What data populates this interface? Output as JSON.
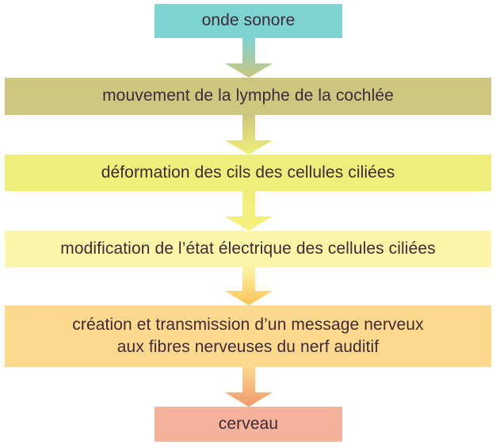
{
  "steps": [
    {
      "lines": [
        "onde sonore"
      ],
      "color": "#7dd3d1"
    },
    {
      "lines": [
        "mouvement de la lymphe de la cochlée"
      ],
      "color": "#cdc67e"
    },
    {
      "lines": [
        "déformation des cils des cellules ciliées"
      ],
      "color": "#efee7a"
    },
    {
      "lines": [
        "modification de l’état électrique des cellules ciliées"
      ],
      "color": "#fcf4a6"
    },
    {
      "lines": [
        "création et transmission d’un message nerveux",
        "aux fibres nerveuses du nerf auditif"
      ],
      "color": "#fdd88d"
    },
    {
      "lines": [
        "cerveau"
      ],
      "color": "#f4b29a"
    }
  ],
  "arrows": [
    {
      "from": "#7dd3d1",
      "to": "#cdc67e"
    },
    {
      "from": "#cdc67e",
      "to": "#efee7a"
    },
    {
      "from": "#efee7a",
      "to": "#f6f07e"
    },
    {
      "from": "#fcf4a6",
      "to": "#fbc257"
    },
    {
      "from": "#fdd88d",
      "to": "#f09b6c"
    }
  ]
}
